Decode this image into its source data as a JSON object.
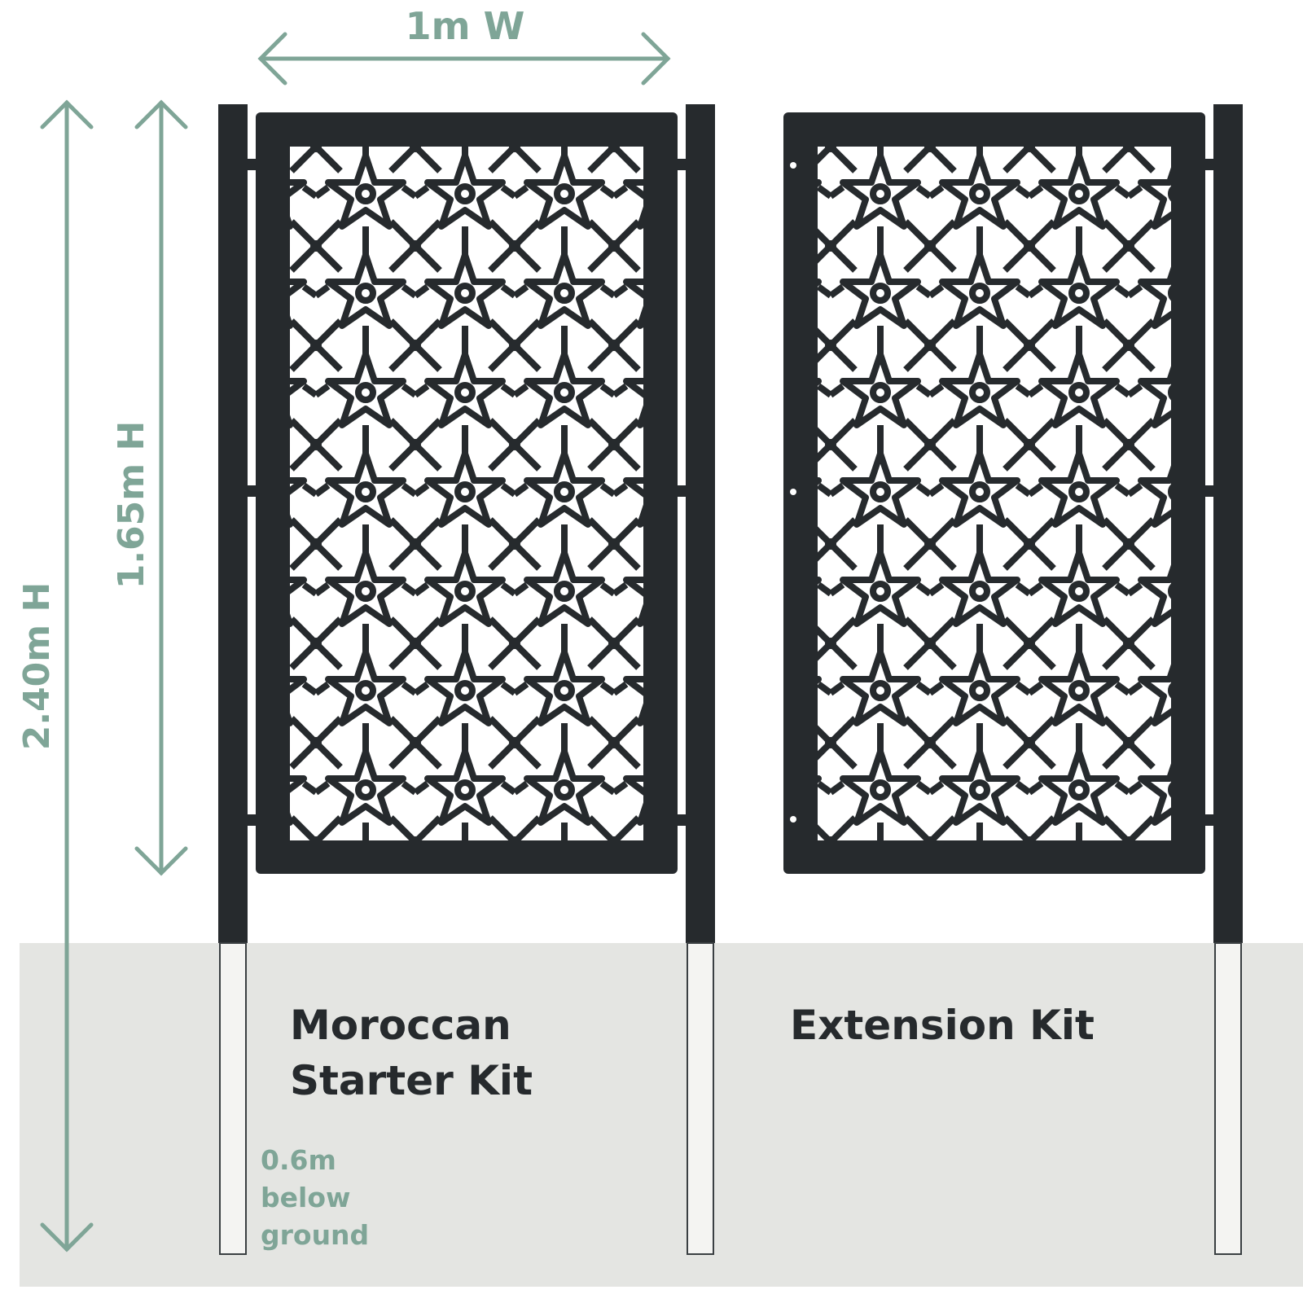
{
  "dimensions": {
    "width_label": "1m W",
    "panel_height_label": "1.65m H",
    "total_height_label": "2.40m H",
    "below_ground": [
      "0.6m",
      "below",
      "ground"
    ]
  },
  "kits": {
    "starter": [
      "Moroccan",
      "Starter Kit"
    ],
    "extension": [
      "Extension Kit"
    ]
  },
  "colors": {
    "accent": "#7fa597",
    "frame": "#262a2d",
    "ground": "#e4e5e2",
    "post_outline": "#3a3f42",
    "background": "#ffffff"
  },
  "pattern": "moroccan-star-lattice"
}
